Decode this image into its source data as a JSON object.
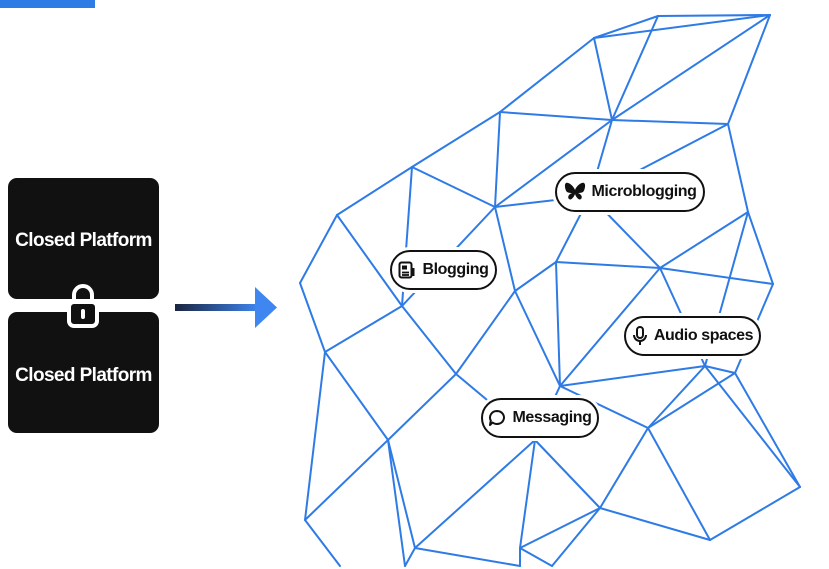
{
  "left": {
    "top_label": "Closed Platform",
    "bottom_label": "Closed Platform",
    "lock_icon": "lock-icon"
  },
  "arrow": {
    "icon": "arrow-right-icon"
  },
  "network": {
    "nodes": [
      {
        "id": "microblogging",
        "label": "Microblogging",
        "icon": "butterfly-icon"
      },
      {
        "id": "blogging",
        "label": "Blogging",
        "icon": "document-icon"
      },
      {
        "id": "audio",
        "label": "Audio spaces",
        "icon": "microphone-icon"
      },
      {
        "id": "messaging",
        "label": "Messaging",
        "icon": "chat-bubble-icon"
      }
    ]
  },
  "colors": {
    "mesh": "#2f7be6",
    "box": "#111111",
    "arrow_start": "#1a2540",
    "arrow_end": "#3f86f0"
  }
}
